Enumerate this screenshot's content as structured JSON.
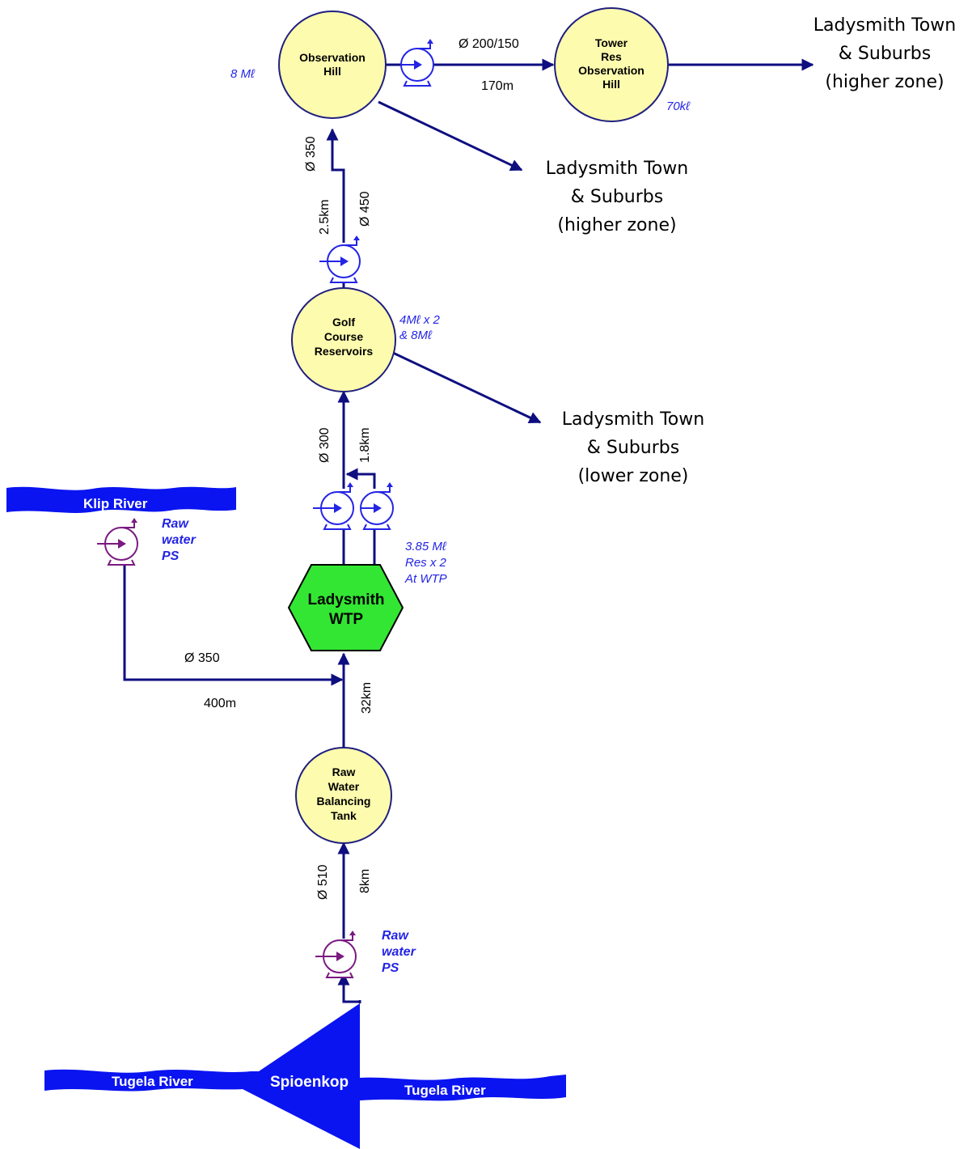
{
  "nodes": {
    "observation_hill": [
      "Observation",
      "Hill"
    ],
    "tower_res": [
      "Tower",
      "Res",
      "Observation",
      "Hill"
    ],
    "golf_course": [
      "Golf",
      "Course",
      "Reservoirs"
    ],
    "wtp": [
      "Ladysmith",
      "WTP"
    ],
    "balancing_tank": [
      "Raw",
      "Water",
      "Balancing",
      "Tank"
    ]
  },
  "capacities": {
    "observation_hill": "8 Mℓ",
    "tower_res": "70kℓ",
    "golf_course": [
      "4Mℓ x 2",
      "& 8Mℓ"
    ],
    "wtp": [
      "3.85 Mℓ",
      "Res x 2",
      "At WTP"
    ]
  },
  "pipes": {
    "tower_diameter": "Ø 200/150",
    "tower_length": "170m",
    "obs_diameter_left": "Ø 350",
    "obs_diameter_right": "Ø 450",
    "obs_length": "2.5km",
    "golf_diameter": "Ø 300",
    "golf_length": "1.8km",
    "klip_diameter": "Ø 350",
    "klip_length": "400m",
    "wtp_length": "32km",
    "spioenkop_diameter": "Ø 510",
    "spioenkop_length": "8km"
  },
  "pump_stations": {
    "klip": [
      "Raw",
      "water",
      "PS"
    ],
    "spioenkop": [
      "Raw",
      "water",
      "PS"
    ]
  },
  "destinations": {
    "tower_zone": [
      "Ladysmith Town",
      "& Suburbs",
      "(higher zone)"
    ],
    "obs_zone": [
      "Ladysmith Town",
      "& Suburbs",
      "(higher zone)"
    ],
    "golf_zone": [
      "Ladysmith Town",
      "& Suburbs",
      "(lower zone)"
    ]
  },
  "rivers": {
    "klip": "Klip River",
    "tugela_left": "Tugela River",
    "tugela_right": "Tugela River",
    "dam": "Spioenkop"
  },
  "colors": {
    "pipe": "#0e0e80",
    "reservoir_fill": "#fdfbad",
    "wtp_fill": "#33e633",
    "water": "#0a14f0",
    "pump_blue": "#2424e6",
    "pump_purple": "#7a1a80",
    "capacity_text": "#2424e6"
  }
}
